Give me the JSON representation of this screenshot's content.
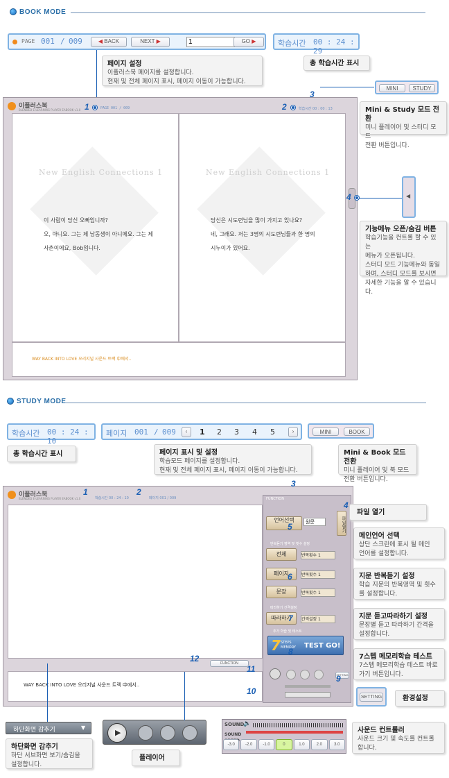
{
  "book": {
    "section_title": "BOOK MODE",
    "toolbar": {
      "page_label": "PAGE",
      "page_current": "001",
      "page_sep": "/",
      "page_total": "009",
      "back": "BACK",
      "next": "NEXT",
      "input": "1",
      "go": "GO"
    },
    "timer": {
      "label": "학습시간",
      "value": "00 : 24 : 29"
    },
    "timer_caption": "총 학습시간 표시",
    "callout_page": {
      "title": "페이지 설정",
      "lines": [
        "이플러스북 페이지를 설정합니다.",
        "현재 및 전체 페이지 표시, 페이지 이동이 가능합니다."
      ]
    },
    "mini_study": {
      "mini": "MINI",
      "study": "STUDY"
    },
    "callout_mode": {
      "title": "Mini & Study 모드 전환",
      "lines": [
        "미니 플레이어 및 스터디 모드",
        "전환 버튼입니다."
      ]
    },
    "callout_menu": {
      "title": "기능메뉴 오픈/숨김 버튼",
      "lines": [
        "학습기능을 컨트롤 할 수 있는",
        "메뉴가 오픈됩니다.",
        "스터디 모드 기능메뉴와 동일",
        "하며, 스터디 모드를 보시면",
        "자세한 기능을 알 수 있습니다."
      ]
    },
    "app": {
      "logo": "이플러스북",
      "subtitle": "BLENDED E-LEARNING PLAYER EABOOK v1.0",
      "mini_page": "PAGE 001 / 009",
      "mini_timer": "학습시간 00 : 00 : 13"
    },
    "left_page": {
      "watermark": "New English Connections 1",
      "lines": [
        "이 사람이 당신 오빠입니까?",
        "오, 아니요. 그는 제 남동생이 아니에요. 그는 제",
        "사촌이에요, Bob입니다."
      ]
    },
    "right_page": {
      "watermark": "New English Connections 1",
      "lines": [
        "당신은 시도련님을 많이 가지고 있나요?",
        "네, 그래요. 저는 3명의 시도련님들과 한 명의",
        "시누이가 있어요."
      ]
    },
    "bottom_text": "WAY BACK INTO LOVE 오리지널 사운드 트랙 中에서..",
    "markers": [
      "1",
      "2",
      "3",
      "4"
    ]
  },
  "study": {
    "section_title": "STUDY MODE",
    "timer": {
      "label": "학습시간",
      "value": "00 : 24 : 10"
    },
    "timer_caption": "총 학습시간 표시",
    "pages": {
      "label": "페이지",
      "current": "001",
      "sep": "/",
      "total": "009",
      "nums": [
        "1",
        "2",
        "3",
        "4",
        "5"
      ]
    },
    "mini_book": {
      "mini": "MINI",
      "book": "BOOK"
    },
    "callout_page": {
      "title": "페이지 표시 및 설정",
      "lines": [
        "학습모드 페이지를 설정합니다.",
        "현재 및 전체 페이지 표시, 페이지 이동이 가능합니다."
      ]
    },
    "callout_mode": {
      "title": "Mini & Book 모드 전환",
      "lines": [
        "미니 플레이어 및 북 모드",
        "전환 버튼입니다."
      ]
    },
    "app": {
      "logo": "이플러스북",
      "subtitle": "BLENDED E-LEARNING PLAYER EABOOK v1.0",
      "mini_timer": "학습시간 00 : 24 : 10",
      "mini_page": "페이지 001 / 009"
    },
    "panel": {
      "function": "FUNCTION",
      "lang_title": "언어선택",
      "lang_sub": "MAIN LANGUAGE",
      "lang_value": "원문",
      "file_open": "파일열기",
      "repeat_title": "반복듣기 영역 및 횟수 설정",
      "rows": [
        {
          "label": "전체",
          "count": "1"
        },
        {
          "label": "페이지",
          "count": "1"
        },
        {
          "label": "문장",
          "count": "1"
        }
      ],
      "repeat_label": "반복횟수",
      "follow_title": "따라하기 간격설정",
      "follow_label": "따라하기",
      "follow_interval": "간격설정",
      "follow_value": "1",
      "memory_title": "추가 학습 및 테스트",
      "memory_big": "7",
      "memory_steps": "STEPS MEMORY",
      "memory_test": "TEST GO!",
      "setting": "SETTING",
      "sound": "SOUND",
      "speed": "SOUND SPEED"
    },
    "hide_bottom": "하단화면 감추기",
    "bottom_text": "WAY BACK INTO LOVE 오리지널 사운드 트랙 中에서..",
    "callouts": [
      {
        "title": "파일 열기",
        "lines": []
      },
      {
        "title": "메인언어 선택",
        "lines": [
          "상단 스크린에 표시 될 메인",
          "언어를 설정합니다."
        ]
      },
      {
        "title": "지문 반복듣기 설정",
        "lines": [
          "학습 지문의 반복영역 및 횟수",
          "를 설정합니다."
        ]
      },
      {
        "title": "지문 듣고따라하기 설정",
        "lines": [
          "문장별 듣고 따라하기 간격을",
          "설정합니다."
        ]
      },
      {
        "title": "7스텝 메모리학습 테스트",
        "lines": [
          "7스텝 메모리학습 테스트 바로",
          "가기 버튼입니다."
        ]
      }
    ],
    "setting_btn": "SETTING",
    "setting_caption": "환경설정",
    "hide_btn": "하단화면 감추기",
    "hide_callout": {
      "title": "하단화면 감추기",
      "lines": [
        "하단 서브화면 보기/숨김을",
        "설정합니다."
      ]
    },
    "player_caption": "플레이어",
    "sound_label": "SOUND",
    "speed_label": "SOUND SPEED",
    "speeds": [
      "-3.0",
      "-2.0",
      "-1.0",
      "0",
      "1.0",
      "2.0",
      "3.0"
    ],
    "sound_callout": {
      "title": "사운드 컨트롤러",
      "lines": [
        "사운드 크기 및 속도를 컨트롤",
        "합니다."
      ]
    },
    "markers": [
      "1",
      "2",
      "3",
      "4",
      "5",
      "6",
      "7",
      "8",
      "9",
      "10",
      "11",
      "12"
    ]
  }
}
